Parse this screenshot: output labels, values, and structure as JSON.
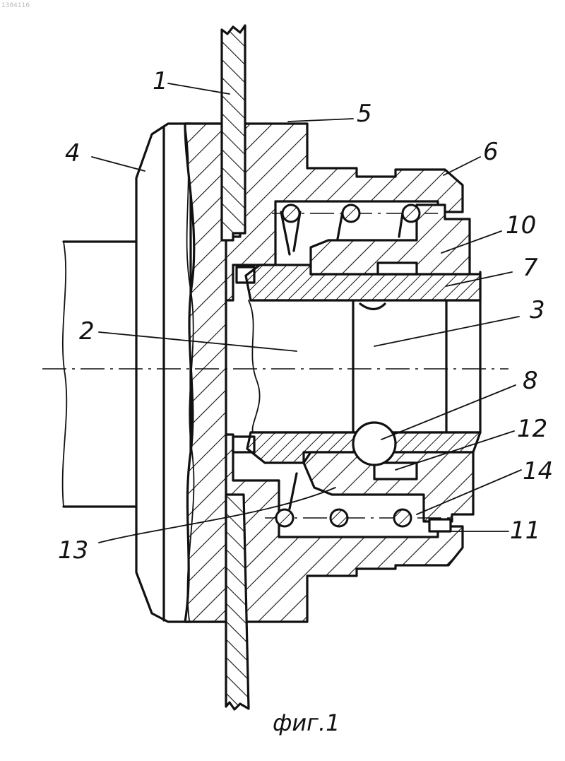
{
  "corner_mark": "1384116",
  "caption": "фиг.1",
  "callouts": [
    {
      "id": "1",
      "text": "1"
    },
    {
      "id": "2",
      "text": "2"
    },
    {
      "id": "3",
      "text": "3"
    },
    {
      "id": "4",
      "text": "4"
    },
    {
      "id": "5",
      "text": "5"
    },
    {
      "id": "6",
      "text": "6"
    },
    {
      "id": "7",
      "text": "7"
    },
    {
      "id": "8",
      "text": "8"
    },
    {
      "id": "10",
      "text": "10"
    },
    {
      "id": "11",
      "text": "11"
    },
    {
      "id": "12",
      "text": "12"
    },
    {
      "id": "13",
      "text": "13"
    },
    {
      "id": "14",
      "text": "14"
    }
  ]
}
